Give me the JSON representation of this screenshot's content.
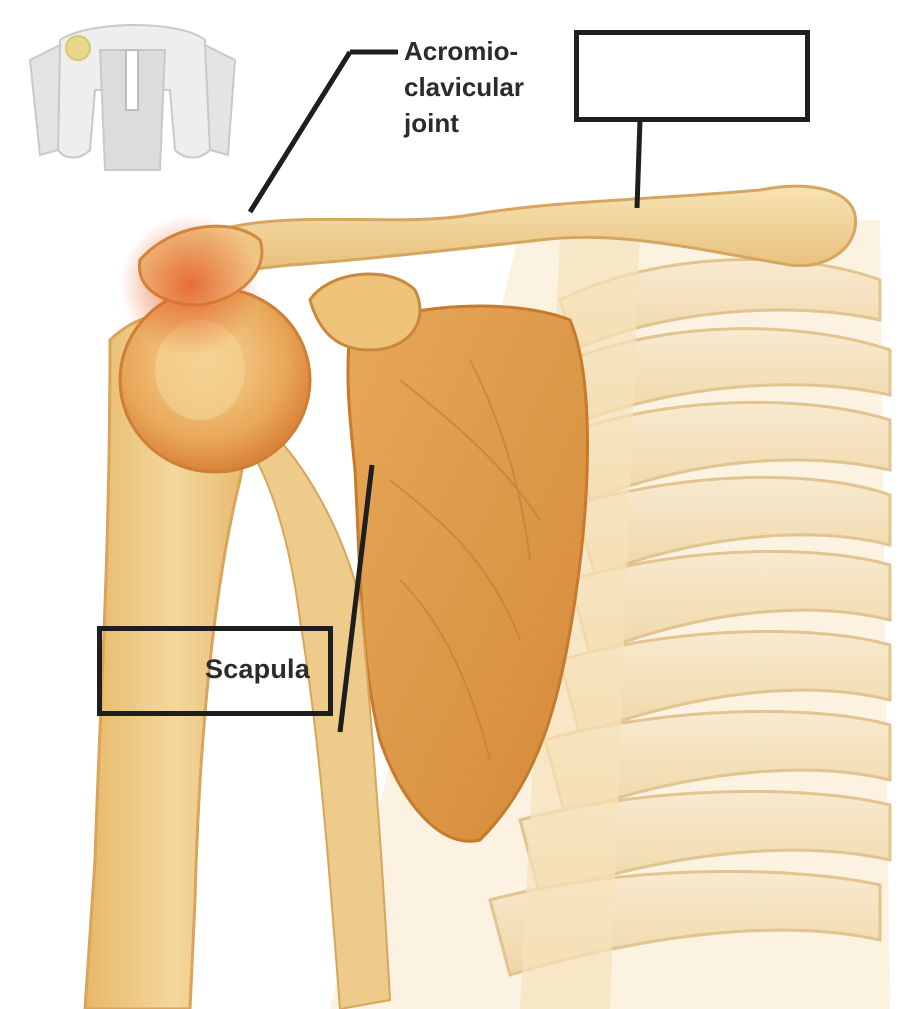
{
  "labels": {
    "acromioclavicular": [
      "Acromio-",
      "clavicular",
      "joint"
    ],
    "clavicle_box": "",
    "scapula": "Scapula"
  },
  "colors": {
    "bone_light": "#f5dfaa",
    "bone_mid": "#e9bd6c",
    "scapula": "#dc9a45",
    "joint_highlight": "#e9773a",
    "line": "#1e1e1e",
    "text": "#2b2b2b"
  }
}
